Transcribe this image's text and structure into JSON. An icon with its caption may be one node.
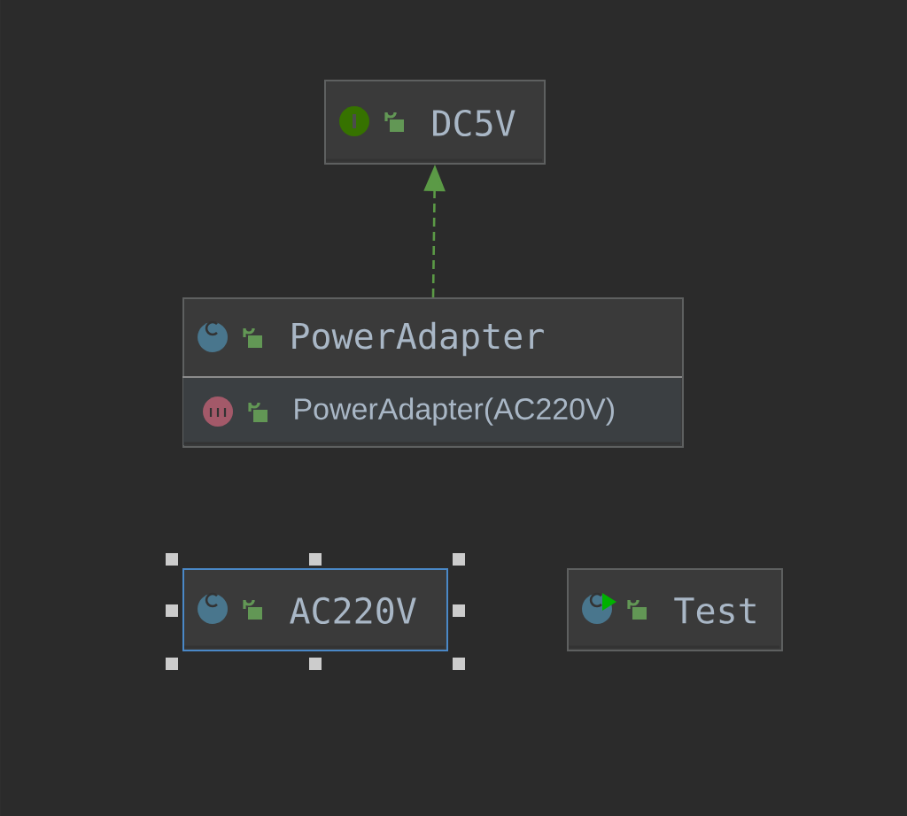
{
  "diagram": {
    "nodes": [
      {
        "text": [
          "DC5V"
        ]
      },
      {
        "text": [
          "PowerAdapter",
          "PowerAdapter(AC220V)"
        ]
      },
      {
        "text": [
          "AC220V"
        ]
      },
      {
        "text": [
          "Test"
        ]
      }
    ],
    "edges": [
      {
        "from": 1,
        "to": 0,
        "arrow": "to",
        "style": "dashed",
        "color": "#5b9a46"
      }
    ]
  }
}
